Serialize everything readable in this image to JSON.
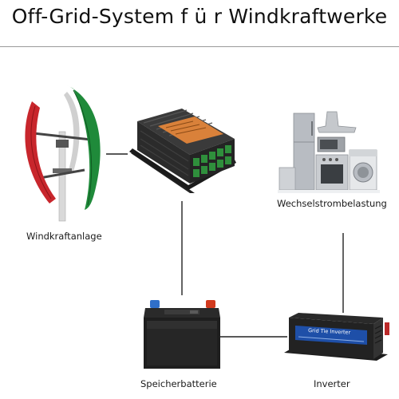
{
  "title": "Off-Grid-System f ü r Windkraftwerke",
  "nodes": {
    "turbine": {
      "label": "Windkraftanlage"
    },
    "appliances": {
      "label": "Wechselstrombelastung"
    },
    "battery": {
      "label": "Speicherbatterie"
    },
    "inverter": {
      "label": "Inverter",
      "panel_text": "Grid Tie Inverter"
    }
  },
  "colors": {
    "blade_red": "#c8262c",
    "blade_green": "#1f8a3a",
    "controller_body": "#2b2b2b",
    "controller_label": "#d9813a",
    "terminal_green": "#2f8f3c",
    "battery_body": "#1e1e1e",
    "terminal_red": "#d23a1e",
    "terminal_blue": "#2f6fc9",
    "inverter_panel": "#1e4fa8",
    "line": "#222222"
  }
}
